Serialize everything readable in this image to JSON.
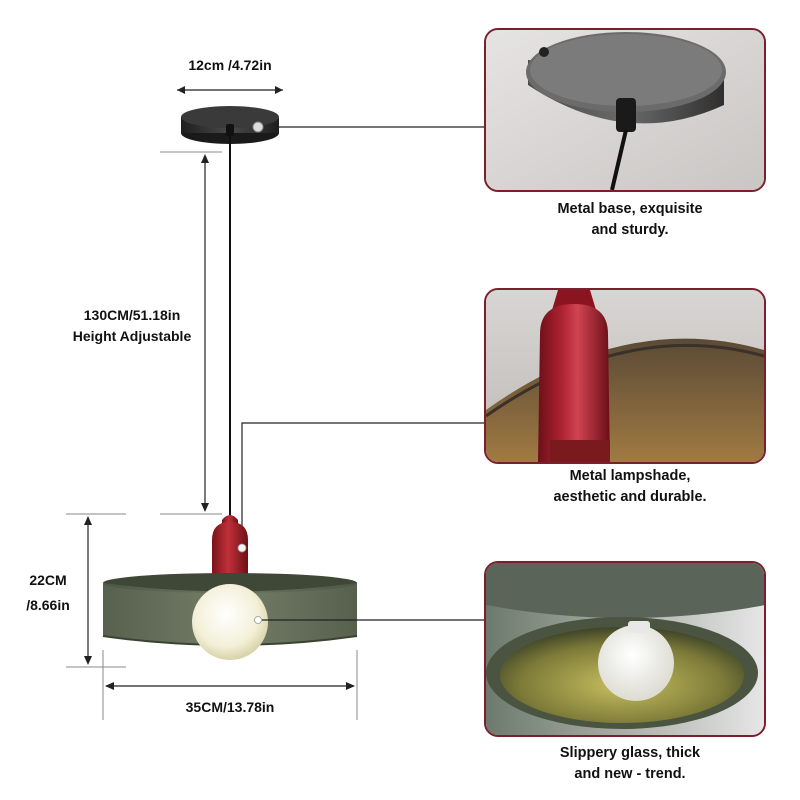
{
  "dimensions": {
    "base_width": "12cm /4.72in",
    "cord_length_line1": "130CM/51.18in",
    "cord_length_line2": "Height Adjustable",
    "shade_height_line1": "22CM",
    "shade_height_line2": "/8.66in",
    "shade_width": "35CM/13.78in"
  },
  "details": [
    {
      "caption_line1": "Metal base, exquisite",
      "caption_line2": "and sturdy."
    },
    {
      "caption_line1": "Metal lampshade,",
      "caption_line2": "aesthetic and durable."
    },
    {
      "caption_line1": "Slippery glass, thick",
      "caption_line2": "and new - trend."
    }
  ],
  "colors": {
    "card_border": "#7a1f2b",
    "lamp_socket": "#9a1c25",
    "glass_shade": "#55604a",
    "canopy": "#2b2b2b"
  }
}
